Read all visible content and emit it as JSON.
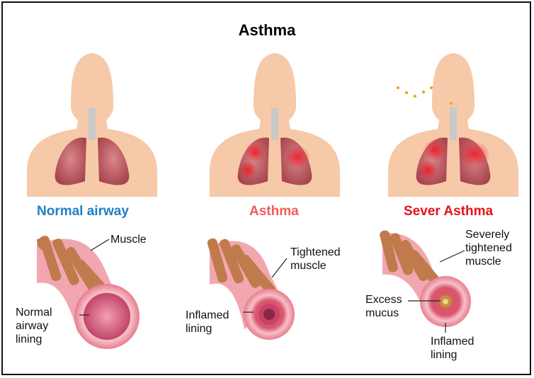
{
  "title": "Asthma",
  "panels": [
    {
      "heading": "Normal  airway",
      "heading_color": "#1f7fc6",
      "labels": {
        "muscle": "Muscle",
        "lining": [
          "Normal",
          "airway",
          "lining"
        ]
      }
    },
    {
      "heading": "Asthma",
      "heading_color": "#f05c5c",
      "labels": {
        "muscle": [
          "Tightened",
          "muscle"
        ],
        "lining": [
          "Inflamed",
          "lining"
        ]
      }
    },
    {
      "heading": "Sever  Asthma",
      "heading_color": "#e4121a",
      "labels": {
        "muscle": [
          "Severely",
          "tightened",
          "muscle"
        ],
        "mucus": [
          "Excess",
          "mucus"
        ],
        "lining": [
          "Inflamed",
          "lining"
        ]
      }
    }
  ],
  "colors": {
    "skin": "#f6c9a8",
    "lung": "#b8555d",
    "inflamed": "#e8232e",
    "airway_outer": "#f4a4ae",
    "airway_band": "#c07a4c",
    "pollen": "#e7b020"
  }
}
